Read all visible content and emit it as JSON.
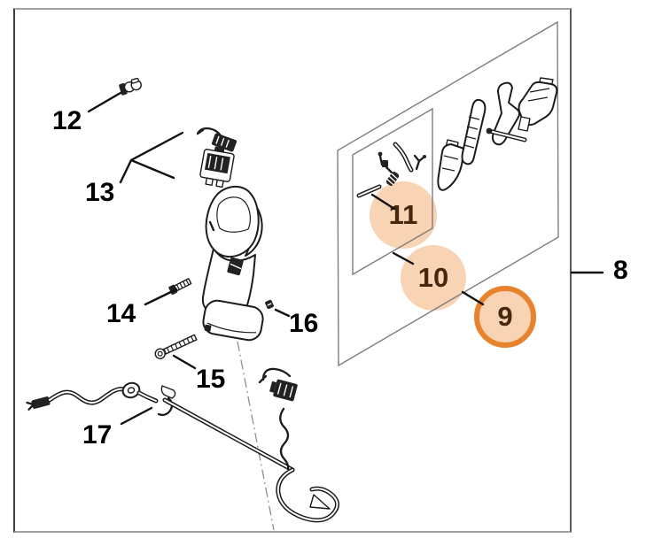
{
  "callouts": {
    "c8": "8",
    "c9": "9",
    "c10": "10",
    "c11": "11",
    "c12": "12",
    "c13": "13",
    "c14": "14",
    "c15": "15",
    "c16": "16",
    "c17": "17"
  },
  "colors": {
    "highlight_fill": "#f8d3b4",
    "highlight_ring": "#e8832d",
    "highlight_text": "#46280f",
    "callout_text": "#000000",
    "line_art": "#1c1c1c",
    "group_box_line": "#7d7d7d",
    "frame_light": "#a0a0a0",
    "frame_dark": "#3c3c3c"
  }
}
